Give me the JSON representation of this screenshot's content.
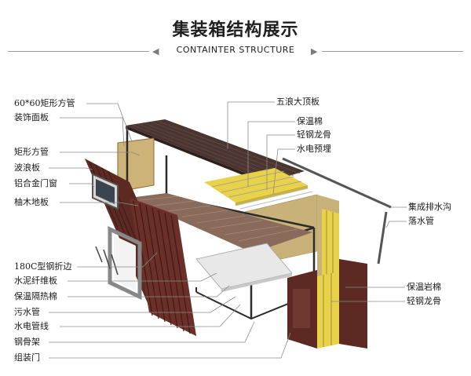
{
  "header": {
    "title": "集装箱结构展示",
    "subtitle": "CONTAINTER STRUCTURE"
  },
  "labels_left": [
    "60*60矩形方管",
    "装饰面板",
    "矩形方管",
    "波浪板",
    "铝合金门窗",
    "柚木地板",
    "180C型钢折边",
    "水泥纤维板",
    "保温隔热棉",
    "污水管",
    "水电管线",
    "钢骨架",
    "组装门"
  ],
  "labels_right": [
    "五浪大顶板",
    "保温棉",
    "轻钢龙骨",
    "水电预埋",
    "集成排水沟",
    "落水管",
    "保温岩棉",
    "轻钢龙骨"
  ],
  "colors": {
    "roof": "#4a3530",
    "wall": "#5c2a22",
    "floor": "#8a6a5a",
    "insulation": "#e8d24a",
    "rockwool": "#c9b27a",
    "frame": "#2b2b2b",
    "leader": "#8a8a8a"
  }
}
